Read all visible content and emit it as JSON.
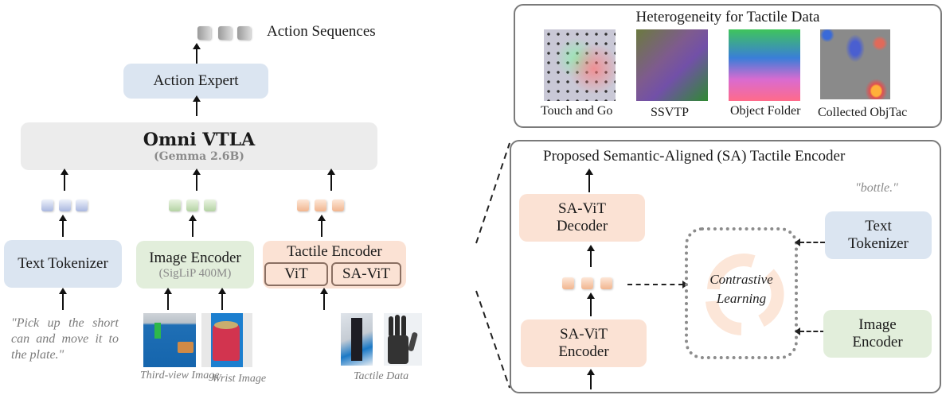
{
  "output": {
    "label": "Action Sequences"
  },
  "action_expert": {
    "label": "Action Expert"
  },
  "backbone": {
    "title": "Omni VTLA",
    "subtitle": "(Gemma 2.6B)"
  },
  "text_branch": {
    "encoder": "Text Tokenizer",
    "instruction": "\"Pick up the short can and move it to the plate.\""
  },
  "image_branch": {
    "encoder": "Image Encoder",
    "encoder_sub": "(SigLiP 400M)",
    "images": [
      {
        "caption": "Third-view Image",
        "icon": "robot-tabletop-photo"
      },
      {
        "caption": "Wrist Image",
        "icon": "gripper-can-photo"
      }
    ]
  },
  "tactile_branch": {
    "encoder": "Tactile Encoder",
    "variants": [
      "ViT",
      "SA-ViT"
    ],
    "caption": "Tactile Data",
    "images": [
      "tactile-sensor-photo",
      "robot-hand-photo"
    ]
  },
  "heterogeneity": {
    "title": "Heterogeneity for Tactile Data",
    "datasets": [
      "Touch and Go",
      "SSVTP",
      "Object Folder",
      "Collected ObjTac"
    ]
  },
  "sa_encoder": {
    "title": "Proposed Semantic-Aligned (SA) Tactile Encoder",
    "decoder": "SA-ViT Decoder",
    "encoder": "SA-ViT Encoder",
    "contrastive": "Contrastive Learning",
    "text_example": "\"bottle.\"",
    "text_tokenizer": "Text Tokenizer",
    "image_encoder": "Image Encoder"
  },
  "colors": {
    "text_blue": "#dbe5f1",
    "image_green": "#e2eedb",
    "tactile_peach": "#fbe2d4",
    "backbone_gray": "#ececec"
  }
}
